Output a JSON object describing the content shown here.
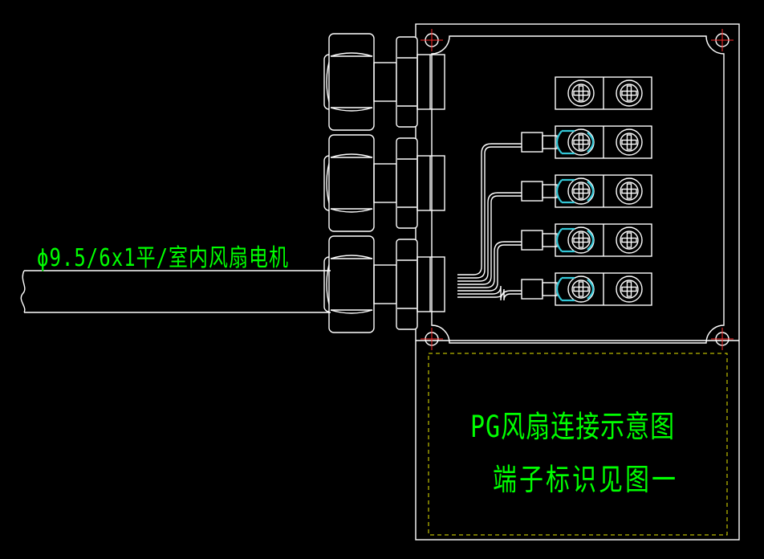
{
  "labels": {
    "cable": "ϕ9.5/6x1平/室内风扇电机",
    "title": "PG风扇连接示意图",
    "subtitle": "端子标识见图一"
  },
  "colors": {
    "background": "#000000",
    "lines": "#ffffff",
    "text": "#00ff00",
    "center_marks": "#ff2a2a",
    "lugs": "#33c8d8",
    "hidden_lines": "#e8e800"
  },
  "terminal_block": {
    "rows": 5,
    "wired_rows": 4,
    "screws_per_row": 2
  },
  "cable_glands": 3
}
